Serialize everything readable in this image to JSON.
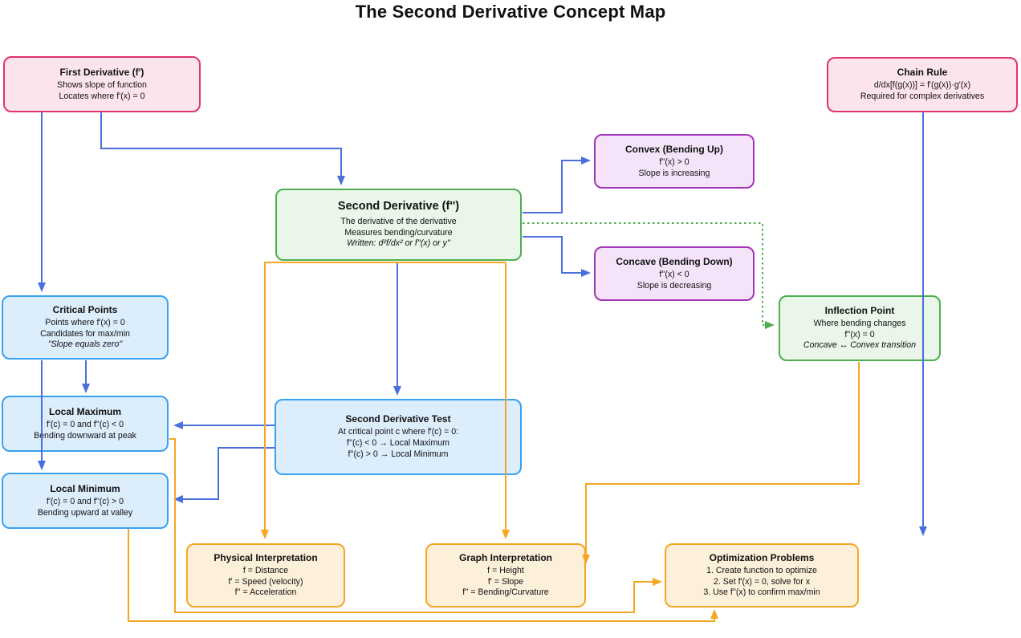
{
  "title": "The Second Derivative Concept Map",
  "colors": {
    "background": "#ffffff",
    "pink_fill": "#fce4ee",
    "pink_border": "#e0356b",
    "purple_fill": "#f5e3f9",
    "purple_border": "#a235b8",
    "green_fill": "#eaf6ea",
    "green_border": "#4caf50",
    "blue_fill": "#dcedfc",
    "blue_border": "#38a1f0",
    "orange_fill": "#fdf0da",
    "orange_border": "#f5a623",
    "arrow_blue": "#4a6fdd",
    "arrow_orange": "#f5a623",
    "arrow_green_dotted": "#4caf50"
  },
  "nodes": {
    "first_derivative": {
      "title": "First Derivative (f')",
      "lines": [
        "Shows slope of function",
        "Locates where f'(x) = 0"
      ]
    },
    "chain_rule": {
      "title": "Chain Rule",
      "lines": [
        "d/dx[f(g(x))] = f'(g(x))·g'(x)",
        "Required for complex derivatives"
      ]
    },
    "second_derivative": {
      "title": "Second Derivative (f'')",
      "lines": [
        "The derivative of the derivative",
        "Measures bending/curvature",
        "Written: d²f/dx² or f''(x) or y''"
      ]
    },
    "convex": {
      "title": "Convex (Bending Up)",
      "lines": [
        "f''(x) > 0",
        "Slope is increasing"
      ]
    },
    "concave": {
      "title": "Concave (Bending Down)",
      "lines": [
        "f''(x) < 0",
        "Slope is decreasing"
      ]
    },
    "inflection_point": {
      "title": "Inflection Point",
      "lines": [
        "Where bending changes",
        "f''(x) = 0",
        "Concave ↔ Convex transition"
      ]
    },
    "critical_points": {
      "title": "Critical Points",
      "lines": [
        "Points where f'(x) = 0",
        "Candidates for max/min",
        "\"Slope equals zero\""
      ]
    },
    "local_maximum": {
      "title": "Local Maximum",
      "lines": [
        "f'(c) = 0 and f''(c) < 0",
        "Bending downward at peak"
      ]
    },
    "local_minimum": {
      "title": "Local Minimum",
      "lines": [
        "f'(c) = 0 and f''(c) > 0",
        "Bending upward at valley"
      ]
    },
    "second_derivative_test": {
      "title": "Second Derivative Test",
      "lines": [
        "At critical point c where f'(c) = 0:",
        "f''(c) < 0 → Local Maximum",
        "f''(c) > 0 → Local Minimum"
      ]
    },
    "physical_interpretation": {
      "title": "Physical Interpretation",
      "lines": [
        "f = Distance",
        "f' = Speed (velocity)",
        "f'' = Acceleration"
      ]
    },
    "graph_interpretation": {
      "title": "Graph Interpretation",
      "lines": [
        "f = Height",
        "f' = Slope",
        "f'' = Bending/Curvature"
      ]
    },
    "optimization_problems": {
      "title": "Optimization Problems",
      "lines": [
        "1. Create function to optimize",
        "2. Set f'(x) = 0, solve for x",
        "3. Use f''(x) to confirm max/min"
      ]
    }
  },
  "edges": [
    {
      "from": "first_derivative",
      "to": "critical_points",
      "color": "blue",
      "style": "solid"
    },
    {
      "from": "first_derivative",
      "to": "second_derivative",
      "color": "blue",
      "style": "solid"
    },
    {
      "from": "chain_rule",
      "to": "downward-endpoint-below-inflection",
      "color": "blue",
      "style": "solid"
    },
    {
      "from": "critical_points",
      "to": "local_maximum",
      "color": "blue",
      "style": "solid"
    },
    {
      "from": "critical_points",
      "to": "local_minimum",
      "color": "blue",
      "style": "solid"
    },
    {
      "from": "second_derivative",
      "to": "convex",
      "color": "blue",
      "style": "solid"
    },
    {
      "from": "second_derivative",
      "to": "concave",
      "color": "blue",
      "style": "solid"
    },
    {
      "from": "second_derivative",
      "to": "second_derivative_test",
      "color": "blue",
      "style": "solid"
    },
    {
      "from": "second_derivative",
      "to": "inflection_point",
      "color": "green",
      "style": "dotted"
    },
    {
      "from": "second_derivative",
      "to": "physical_interpretation",
      "color": "orange",
      "style": "solid"
    },
    {
      "from": "second_derivative",
      "to": "graph_interpretation",
      "color": "orange",
      "style": "solid"
    },
    {
      "from": "second_derivative_test",
      "to": "local_maximum",
      "color": "blue",
      "style": "solid"
    },
    {
      "from": "second_derivative_test",
      "to": "local_minimum",
      "color": "blue",
      "style": "solid"
    },
    {
      "from": "inflection_point",
      "to": "graph_interpretation",
      "color": "orange",
      "style": "solid"
    },
    {
      "from": "local_maximum",
      "to": "optimization_problems",
      "color": "orange",
      "style": "solid"
    },
    {
      "from": "local_minimum",
      "to": "optimization_problems",
      "color": "orange",
      "style": "solid"
    }
  ]
}
